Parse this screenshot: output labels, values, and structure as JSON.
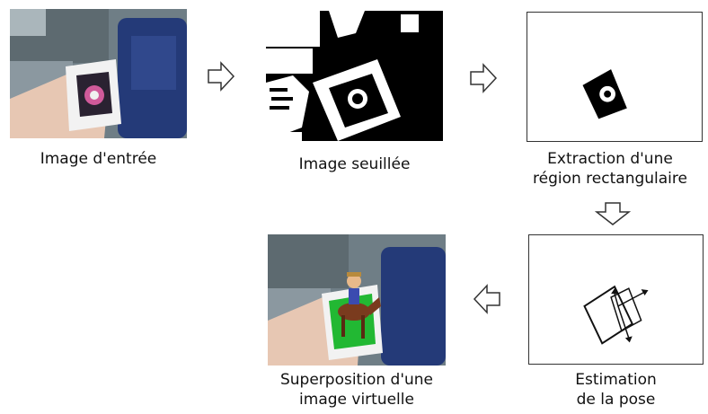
{
  "captions": {
    "input": "Image d'entrée",
    "threshold": "Image seuillée",
    "extraction_line1": "Extraction d'une",
    "extraction_line2": "région rectangulaire",
    "pose_line1": "Estimation",
    "pose_line2": "de la pose",
    "overlay_line1": "Superposition d'une",
    "overlay_line2": "image virtuelle"
  },
  "icons": {
    "flow_arrow": "hollow-arrow-icon"
  },
  "colors": {
    "frame": "#333333",
    "marker_black": "#000000",
    "virtual_green": "#22b833"
  }
}
